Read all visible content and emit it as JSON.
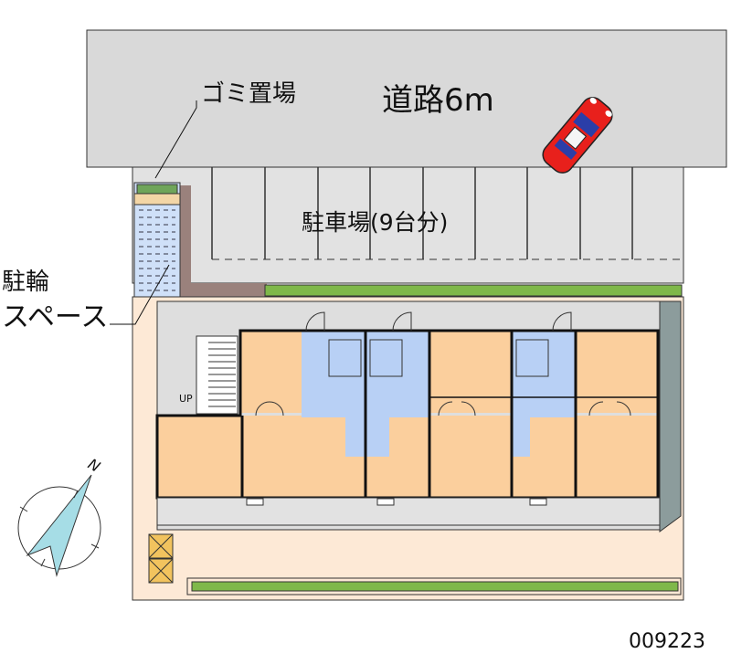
{
  "labels": {
    "garbage": "ゴミ置場",
    "road": "道路6m",
    "parking": "駐車場(9台分)",
    "bike_line1": "駐輪",
    "bike_line2": "スペース",
    "stairs_up": "UP",
    "north": "N",
    "property_id": "009223"
  },
  "colors": {
    "road": "#d9d9d9",
    "lot": "#fde9d6",
    "unit": "#fbcf9d",
    "wet_area": "#b8d0f5",
    "hedge": "#7fb84a",
    "car": "#e8201c"
  }
}
